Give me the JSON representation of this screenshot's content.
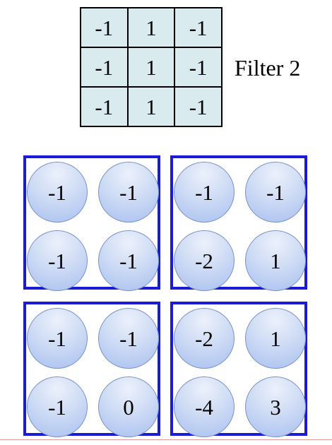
{
  "filter": {
    "label": "Filter 2",
    "cells": [
      [
        "-1",
        "1",
        "-1"
      ],
      [
        "-1",
        "1",
        "-1"
      ],
      [
        "-1",
        "1",
        "-1"
      ]
    ],
    "fill_color": "#d9ebef"
  },
  "blocks": [
    [
      "-1",
      "-1",
      "-1",
      "-1"
    ],
    [
      "-1",
      "-1",
      "-2",
      "1"
    ],
    [
      "-1",
      "-1",
      "-1",
      "0"
    ],
    [
      "-2",
      "1",
      "-4",
      "3"
    ]
  ],
  "colors": {
    "block_border": "#1a1ad8",
    "node_fill": "#cfdcf5"
  }
}
